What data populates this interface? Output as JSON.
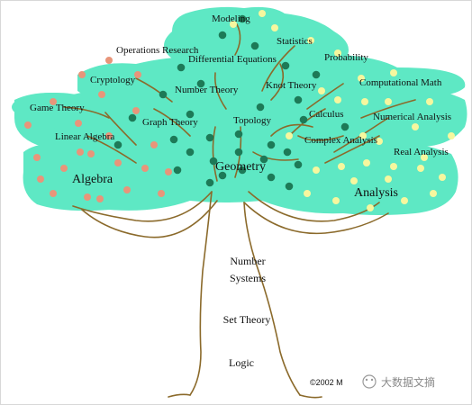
{
  "topics": {
    "modeling": "Modeling",
    "statistics": "Statistics",
    "operations_research": "Operations Research",
    "differential_equations": "Differential Equations",
    "probability": "Probability",
    "cryptology": "Cryptology",
    "number_theory": "Number Theory",
    "knot_theory": "Knot Theory",
    "computational_math": "Computational Math",
    "game_theory": "Game Theory",
    "calculus": "Calculus",
    "numerical_analysis": "Numerical Analysis",
    "graph_theory": "Graph Theory",
    "topology": "Topology",
    "linear_algebra": "Linear Algebra",
    "complex_analysis": "Complex Analysis",
    "real_analysis": "Real Analysis",
    "geometry": "Geometry",
    "algebra": "Algebra",
    "analysis": "Analysis"
  },
  "trunk": {
    "number": "Number",
    "systems": "Systems",
    "set_theory": "Set Theory",
    "logic": "Logic"
  },
  "copyright": "©2002 M",
  "watermark": "大数据文摘",
  "colors": {
    "foliage": "#5ee8c4",
    "branch": "#8b6a2b",
    "fruit_orange": "#e8957a",
    "fruit_green": "#1d7a57",
    "fruit_yellow": "#f6f79e"
  }
}
